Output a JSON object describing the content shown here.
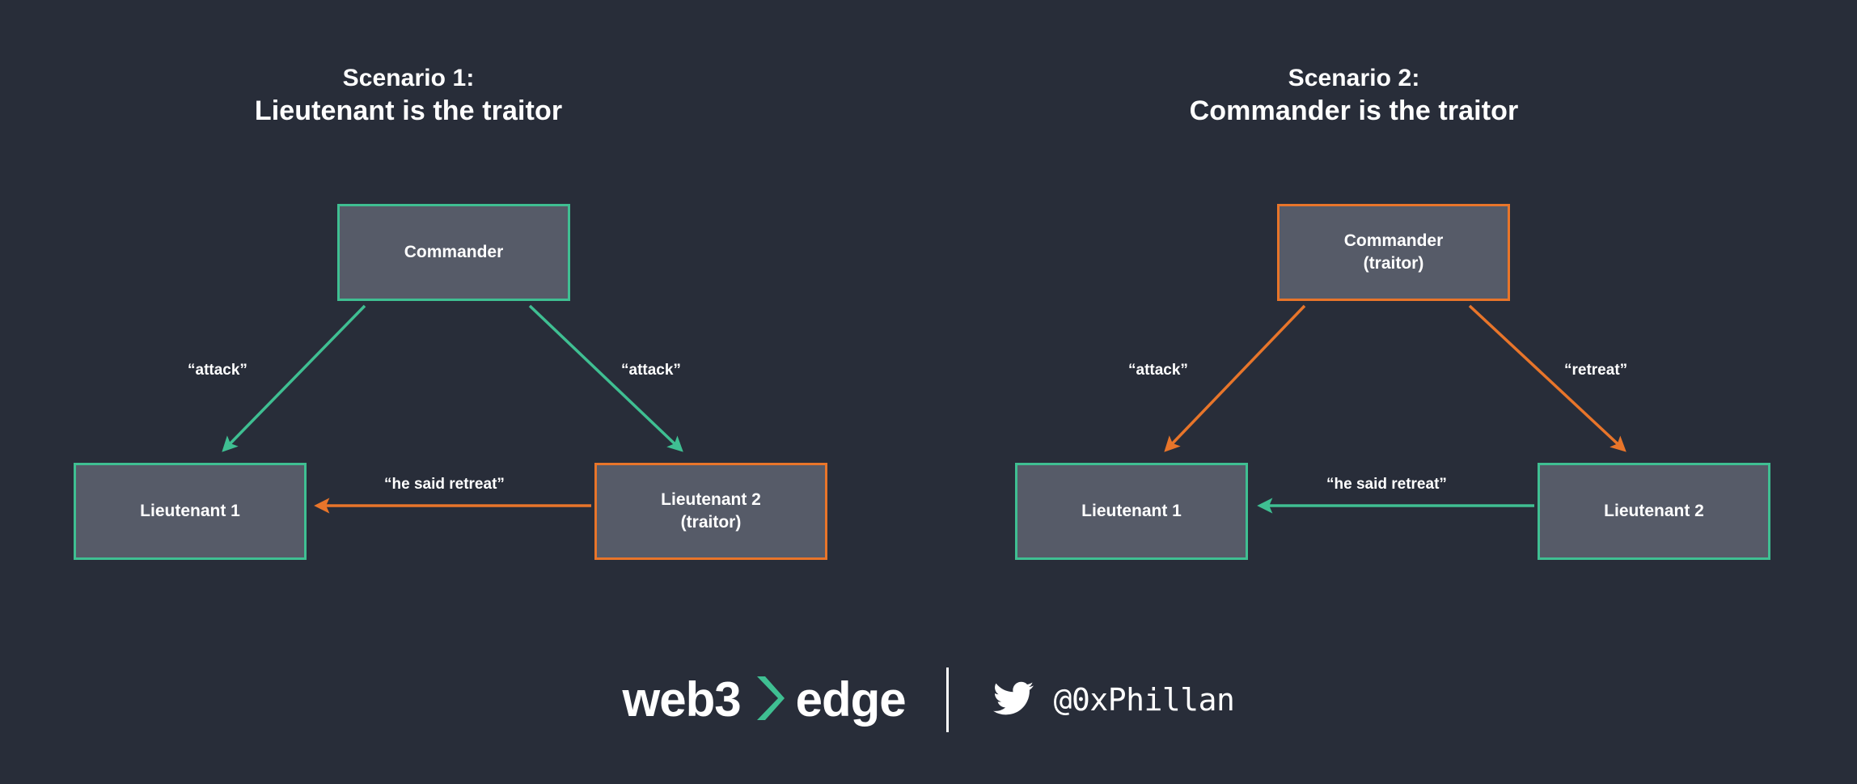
{
  "canvas": {
    "background": "#282d39",
    "node_fill": "#565b68",
    "loyal_color": "#3fbf92",
    "traitor_color": "#e8752a",
    "text_color": "#ffffff"
  },
  "scenarios": [
    {
      "id": "scenario-1",
      "title_line1": "Scenario 1:",
      "title_line2": "Lieutenant is the traitor",
      "nodes": {
        "commander": {
          "label": "Commander",
          "role": "loyal"
        },
        "lieutenant1": {
          "label": "Lieutenant 1",
          "role": "loyal"
        },
        "lieutenant2": {
          "label": "Lieutenant 2\n(traitor)",
          "role": "traitor"
        }
      },
      "edges": {
        "commander_to_lt1": {
          "label": "“attack”",
          "color": "#3fbf92"
        },
        "commander_to_lt2": {
          "label": "“attack”",
          "color": "#3fbf92"
        },
        "lt2_to_lt1": {
          "label": "“he said retreat”",
          "color": "#e8752a"
        }
      }
    },
    {
      "id": "scenario-2",
      "title_line1": "Scenario 2:",
      "title_line2": "Commander is the traitor",
      "nodes": {
        "commander": {
          "label": "Commander\n(traitor)",
          "role": "traitor"
        },
        "lieutenant1": {
          "label": "Lieutenant 1",
          "role": "loyal"
        },
        "lieutenant2": {
          "label": "Lieutenant 2",
          "role": "loyal"
        }
      },
      "edges": {
        "commander_to_lt1": {
          "label": "“attack”",
          "color": "#e8752a"
        },
        "commander_to_lt2": {
          "label": "“retreat”",
          "color": "#e8752a"
        },
        "lt2_to_lt1": {
          "label": "“he said retreat”",
          "color": "#3fbf92"
        }
      }
    }
  ],
  "footer": {
    "brand_part1": "web3",
    "brand_chevron": "chevron-right-icon",
    "brand_part2": "edge",
    "brand_chevron_color": "#3fbf92",
    "twitter_icon": "twitter-bird-icon",
    "handle": "@0xPhillan"
  }
}
